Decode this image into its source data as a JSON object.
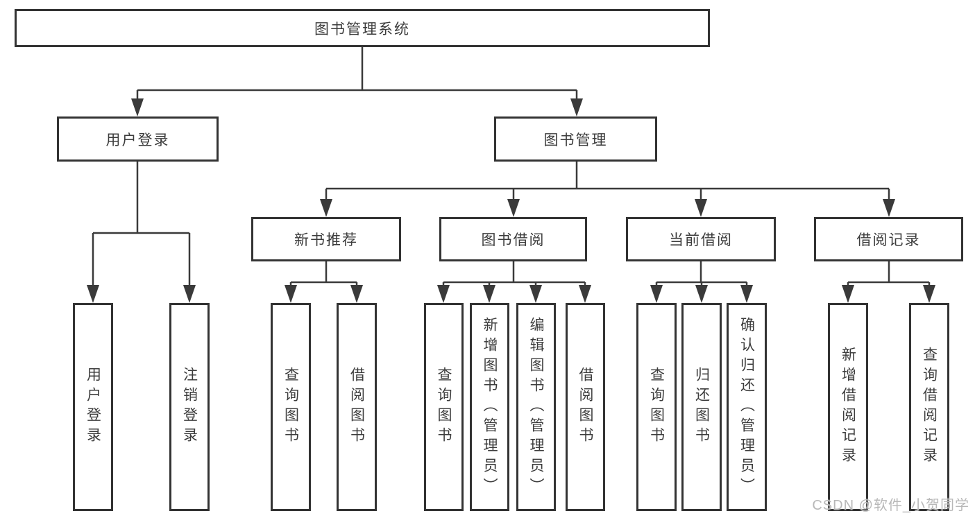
{
  "diagram": {
    "root": {
      "label": "图书管理系统"
    },
    "user_login": {
      "label": "用户登录",
      "children": [
        "用户登录",
        "注销登录"
      ]
    },
    "book_management": {
      "label": "图书管理",
      "sections": {
        "new_book_recommendation": {
          "label": "新书推荐",
          "children": [
            "查询图书",
            "借阅图书"
          ]
        },
        "book_borrowing": {
          "label": "图书借阅",
          "children": [
            "查询图书",
            "新增图书（管理员）",
            "编辑图书（管理员）",
            "借阅图书"
          ]
        },
        "current_borrowing": {
          "label": "当前借阅",
          "children": [
            "查询图书",
            "归还图书",
            "确认归还（管理员）"
          ]
        },
        "borrowing_records": {
          "label": "借阅记录",
          "children": [
            "新增借阅记录",
            "查询借阅记录"
          ]
        }
      }
    }
  },
  "watermark": {
    "text": "CSDN @软件_小贺同学"
  },
  "colors": {
    "line": "#3a3a3a",
    "border": "#333333",
    "text": "#3c3c3c",
    "background": "#ffffff",
    "watermark": "#b8b8b8"
  }
}
